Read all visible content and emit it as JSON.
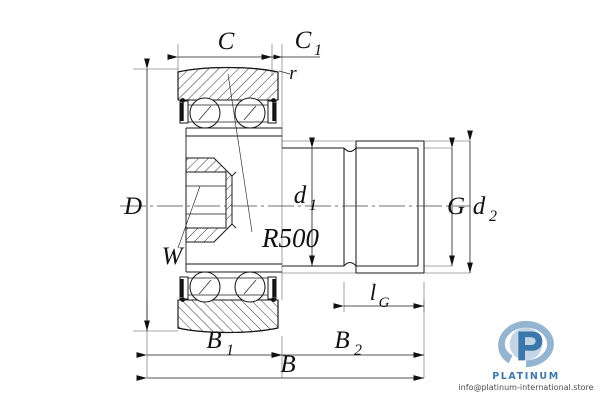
{
  "drawing": {
    "type": "engineering-cross-section",
    "subject": "stud type track roller / cam follower bearing",
    "bg_color": "#ffffff",
    "line_color": "#1a1a1a",
    "hatch_color": "#1a1a1a"
  },
  "labels": {
    "C": "C",
    "C1_base": "C",
    "C1_sub": "1",
    "r": "r",
    "D": "D",
    "W": "W",
    "R500": "R500",
    "d1_base": "d",
    "d1_sub": "1",
    "d2_base": "d",
    "d2_sub": "2",
    "G": "G",
    "lG_base": "l",
    "lG_sub": "G",
    "B": "B",
    "B1_base": "B",
    "B1_sub": "1",
    "B2_base": "B",
    "B2_sub": "2"
  },
  "watermark": {
    "brand": "PLATINUM",
    "email": "info@platinum-international.store",
    "brand_color": "#2b6ca3",
    "mark_color": "#2b6ca3"
  }
}
